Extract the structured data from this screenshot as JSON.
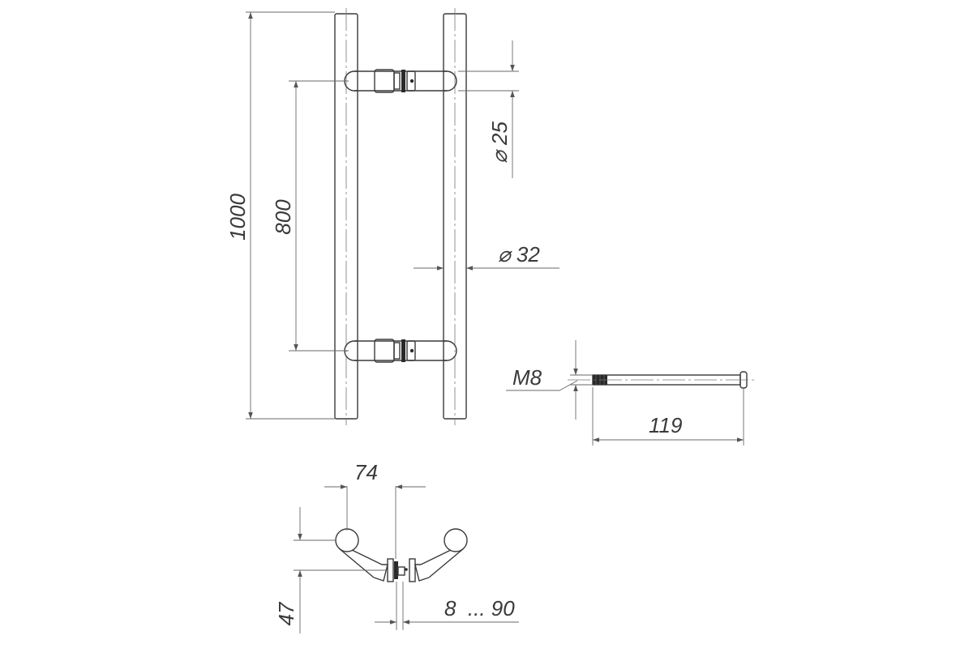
{
  "dimensions": {
    "overall_length": "1000",
    "center_distance": "800",
    "standoff_diameter": "⌀ 25",
    "bar_diameter": "⌀ 32",
    "thread": "M8",
    "bolt_length": "119",
    "offset_width": "74",
    "offset_height": "47",
    "door_thickness_range": "8  ... 90"
  }
}
